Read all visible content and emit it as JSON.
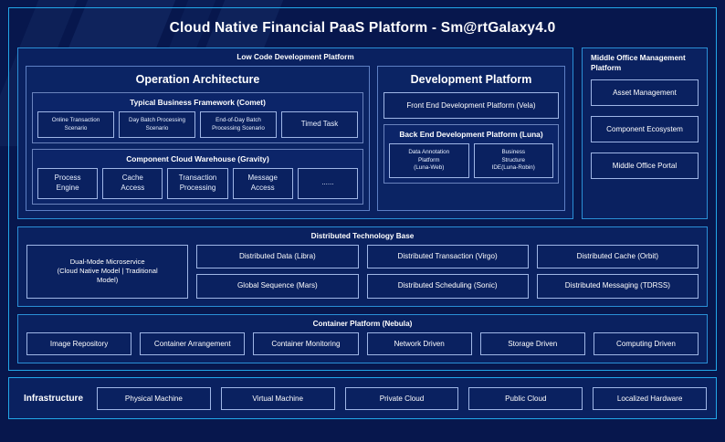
{
  "title": "Cloud Native Financial PaaS Platform - Sm@rtGalaxy4.0",
  "colors": {
    "background": "#07174d",
    "panel_fill": "#0a2160",
    "accent_border": "#22a7e8",
    "panel_border": "#2a8fd6",
    "box_border": "#9fb6e6",
    "text": "#ffffff"
  },
  "low_code": {
    "title": "Low Code Development Platform",
    "operation_architecture": {
      "title": "Operation Architecture",
      "groups": [
        {
          "title": "Typical Business Framework (Comet)",
          "items": [
            "Online Transaction\nScenario",
            "Day Batch Processing\nScenario",
            "End-of-Day Batch\nProcessing Scenario",
            "Timed Task"
          ]
        },
        {
          "title": "Component Cloud Warehouse (Gravity)",
          "items": [
            "Process\nEngine",
            "Cache\nAccess",
            "Transaction\nProcessing",
            "Message\nAccess",
            "......"
          ]
        }
      ]
    },
    "development_platform": {
      "title": "Development Platform",
      "front_end": "Front End Development Platform (Vela)",
      "back_end": {
        "title": "Back End Development Platform (Luna)",
        "items": [
          "Data Annotation\nPlatform\n(Luna-Web)",
          "Business\nStructure\nIDE(Luna-Robin)"
        ]
      }
    }
  },
  "middle_office": {
    "title": "Middle Office Management\nPlatform",
    "items": [
      "Asset Management",
      "Component Ecosystem",
      "Middle Office Portal"
    ]
  },
  "distributed_base": {
    "title": "Distributed Technology Base",
    "microservice": "Dual-Mode Microservice\n(Cloud Native Model | Traditional\nModel)",
    "col2": [
      "Distributed Data (Libra)",
      "Global Sequence (Mars)"
    ],
    "col3": [
      "Distributed Transaction (Virgo)",
      "Distributed Scheduling (Sonic)"
    ],
    "col4": [
      "Distributed Cache (Orbit)",
      "Distributed Messaging (TDRSS)"
    ]
  },
  "container_platform": {
    "title": "Container Platform (Nebula)",
    "items": [
      "Image Repository",
      "Container Arrangement",
      "Container Monitoring",
      "Network Driven",
      "Storage Driven",
      "Computing Driven"
    ]
  },
  "infrastructure": {
    "label": "Infrastructure",
    "items": [
      "Physical Machine",
      "Virtual Machine",
      "Private Cloud",
      "Public Cloud",
      "Localized Hardware"
    ]
  }
}
